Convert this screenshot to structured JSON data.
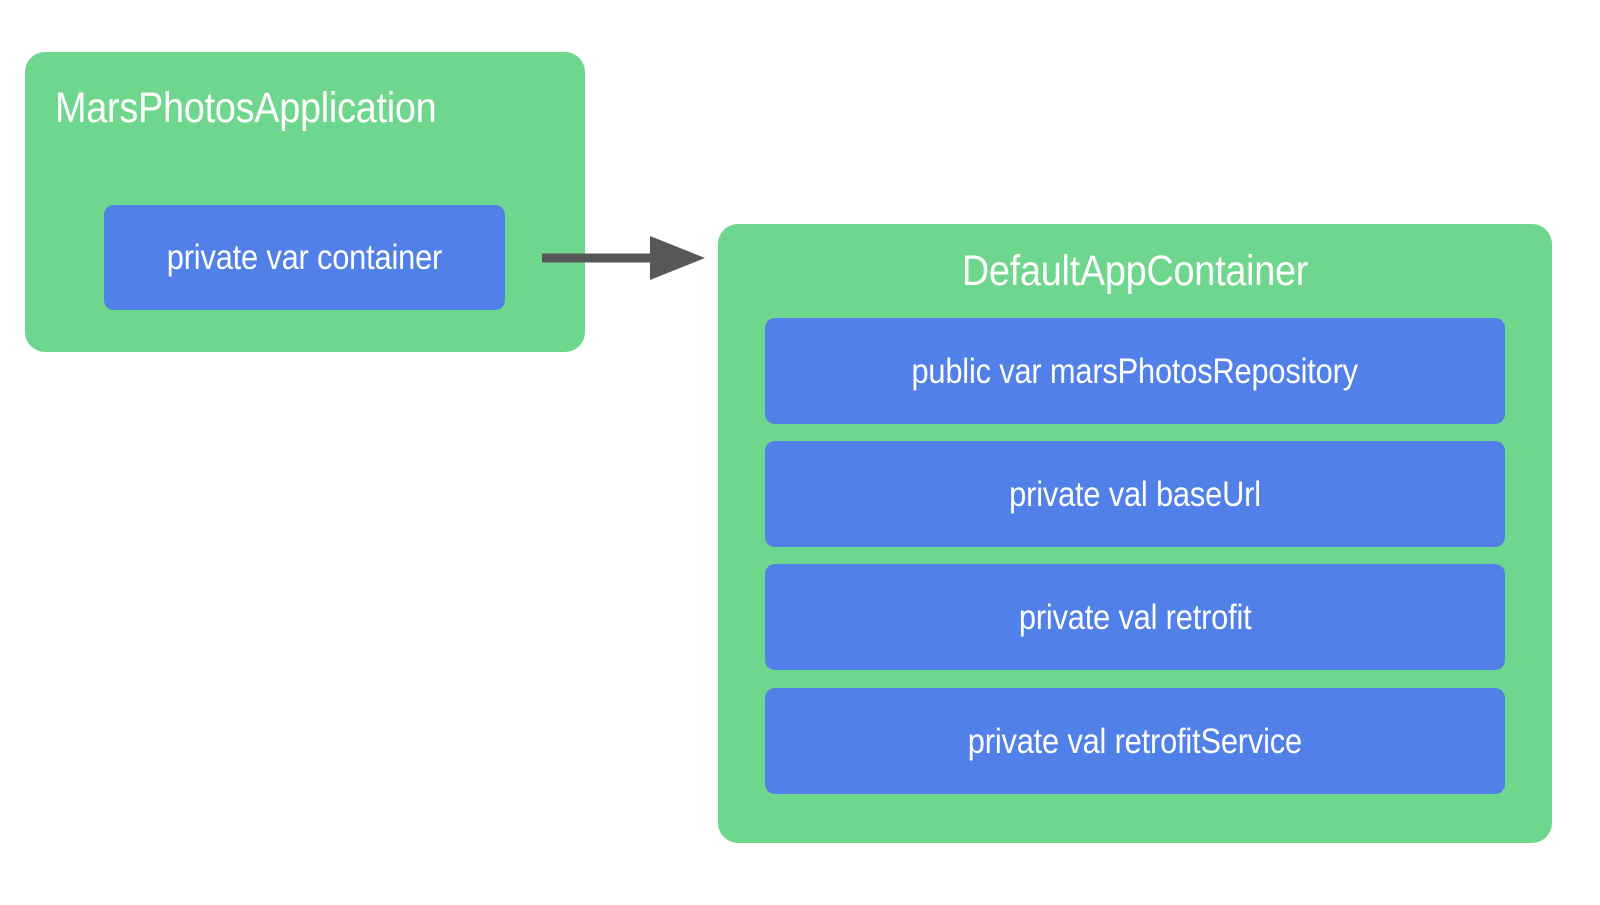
{
  "diagram": {
    "type": "class-relationship-diagram",
    "background_color": "#FFFFFF",
    "class_color": "#6FD68E",
    "member_color": "#5180E8",
    "arrow_color": "#575757",
    "text_color": "#FFFFFF"
  },
  "classes": [
    {
      "id": "app",
      "title": "MarsPhotosApplication",
      "members": [
        {
          "label": "private var container"
        }
      ]
    },
    {
      "id": "container",
      "title": "DefaultAppContainer",
      "members": [
        {
          "label": "public var marsPhotosRepository"
        },
        {
          "label": "private val baseUrl"
        },
        {
          "label": "private val retrofit"
        },
        {
          "label": "private val retrofitService"
        }
      ]
    }
  ],
  "connections": [
    {
      "id": "container-reference",
      "from": "app.container",
      "to": "container",
      "style": "solid-arrow",
      "icon": "arrow-right-icon"
    }
  ]
}
